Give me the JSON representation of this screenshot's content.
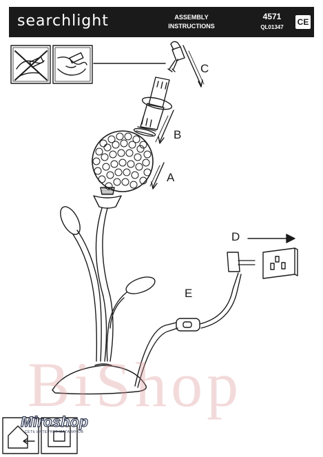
{
  "header": {
    "brand": "searchlight",
    "title_line1": "ASSEMBLY",
    "title_line2": "INSTRUCTIONS",
    "model_number": "4571",
    "product_code": "QL01347",
    "ce_mark": "CE"
  },
  "steps": {
    "a": "A",
    "b": "B",
    "c": "C",
    "d": "D",
    "e": "E"
  },
  "watermark": {
    "text": "BiShop"
  },
  "stamp": {
    "text": "Miroshop",
    "subtext": "СЕТЬ ИНТЕРНЕТ-МАГАЗИНОВ"
  }
}
